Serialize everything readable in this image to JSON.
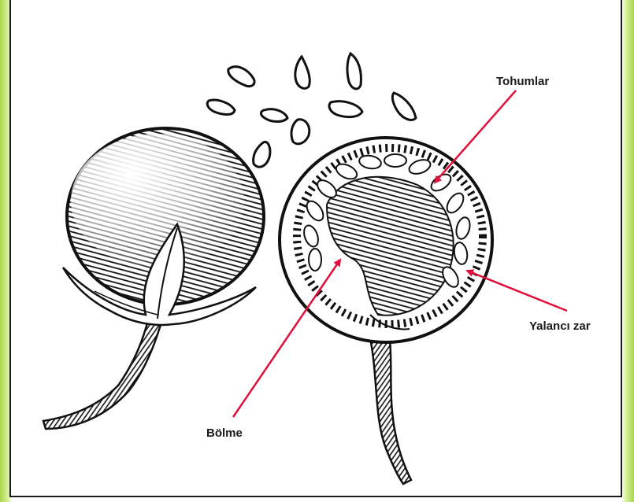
{
  "labels": {
    "seeds": "Tohumlar",
    "false_membrane": "Yalancı zar",
    "septum": "Bölme"
  },
  "colors": {
    "ink": "#111111",
    "arrow": "#e0103c",
    "frame_green": "#a9d64a"
  }
}
